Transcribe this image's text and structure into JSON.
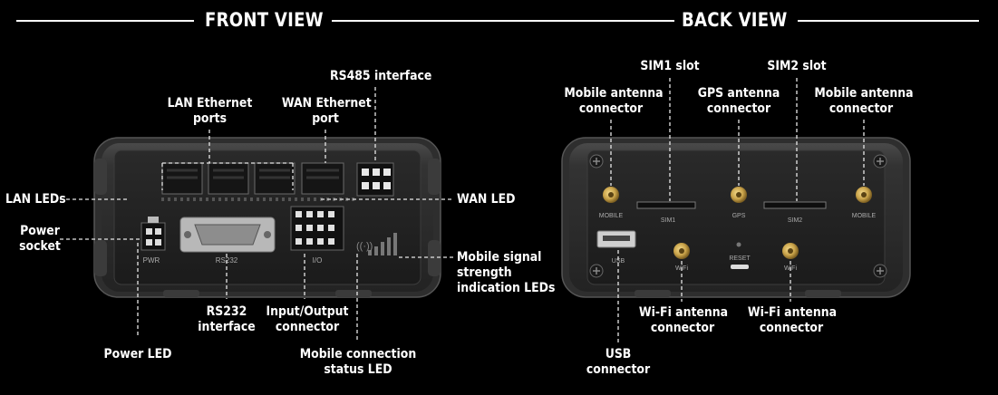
{
  "headers": {
    "front": "FRONT VIEW",
    "back": "BACK VIEW"
  },
  "front": {
    "labels": {
      "lan_ethernet": [
        "LAN Ethernet",
        "ports"
      ],
      "wan_ethernet": [
        "WAN Ethernet",
        "port"
      ],
      "rs485": [
        "RS485 interface"
      ],
      "lan_leds": [
        "LAN LEDs"
      ],
      "wan_led": [
        "WAN LED"
      ],
      "power_socket": [
        "Power",
        "socket"
      ],
      "mobile_signal": [
        "Mobile signal",
        "strength",
        "indication LEDs"
      ],
      "rs232": [
        "RS232",
        "interface"
      ],
      "io": [
        "Input/Output",
        "connector"
      ],
      "power_led": [
        "Power LED"
      ],
      "mobile_status": [
        "Mobile connection",
        "status LED"
      ]
    },
    "device_text": {
      "pwr": "PWR",
      "rs232": "RS232",
      "io": "I/O"
    }
  },
  "back": {
    "labels": {
      "mobile_ant_left": [
        "Mobile antenna",
        "connector"
      ],
      "sim1": [
        "SIM1 slot"
      ],
      "gps": [
        "GPS antenna",
        "connector"
      ],
      "sim2": [
        "SIM2 slot"
      ],
      "mobile_ant_right": [
        "Mobile antenna",
        "connector"
      ],
      "usb": [
        "USB",
        "connector"
      ],
      "wifi_left": [
        "Wi-Fi antenna",
        "connector"
      ],
      "wifi_right": [
        "Wi-Fi antenna",
        "connector"
      ]
    },
    "device_text": {
      "mobile_l": "MOBILE",
      "sim1": "SIM1",
      "gps": "GPS",
      "sim2": "SIM2",
      "mobile_r": "MOBILE",
      "usb": "USB",
      "wifi_l": "WiFi",
      "reset": "RESET",
      "wifi_r": "WiFi"
    }
  }
}
